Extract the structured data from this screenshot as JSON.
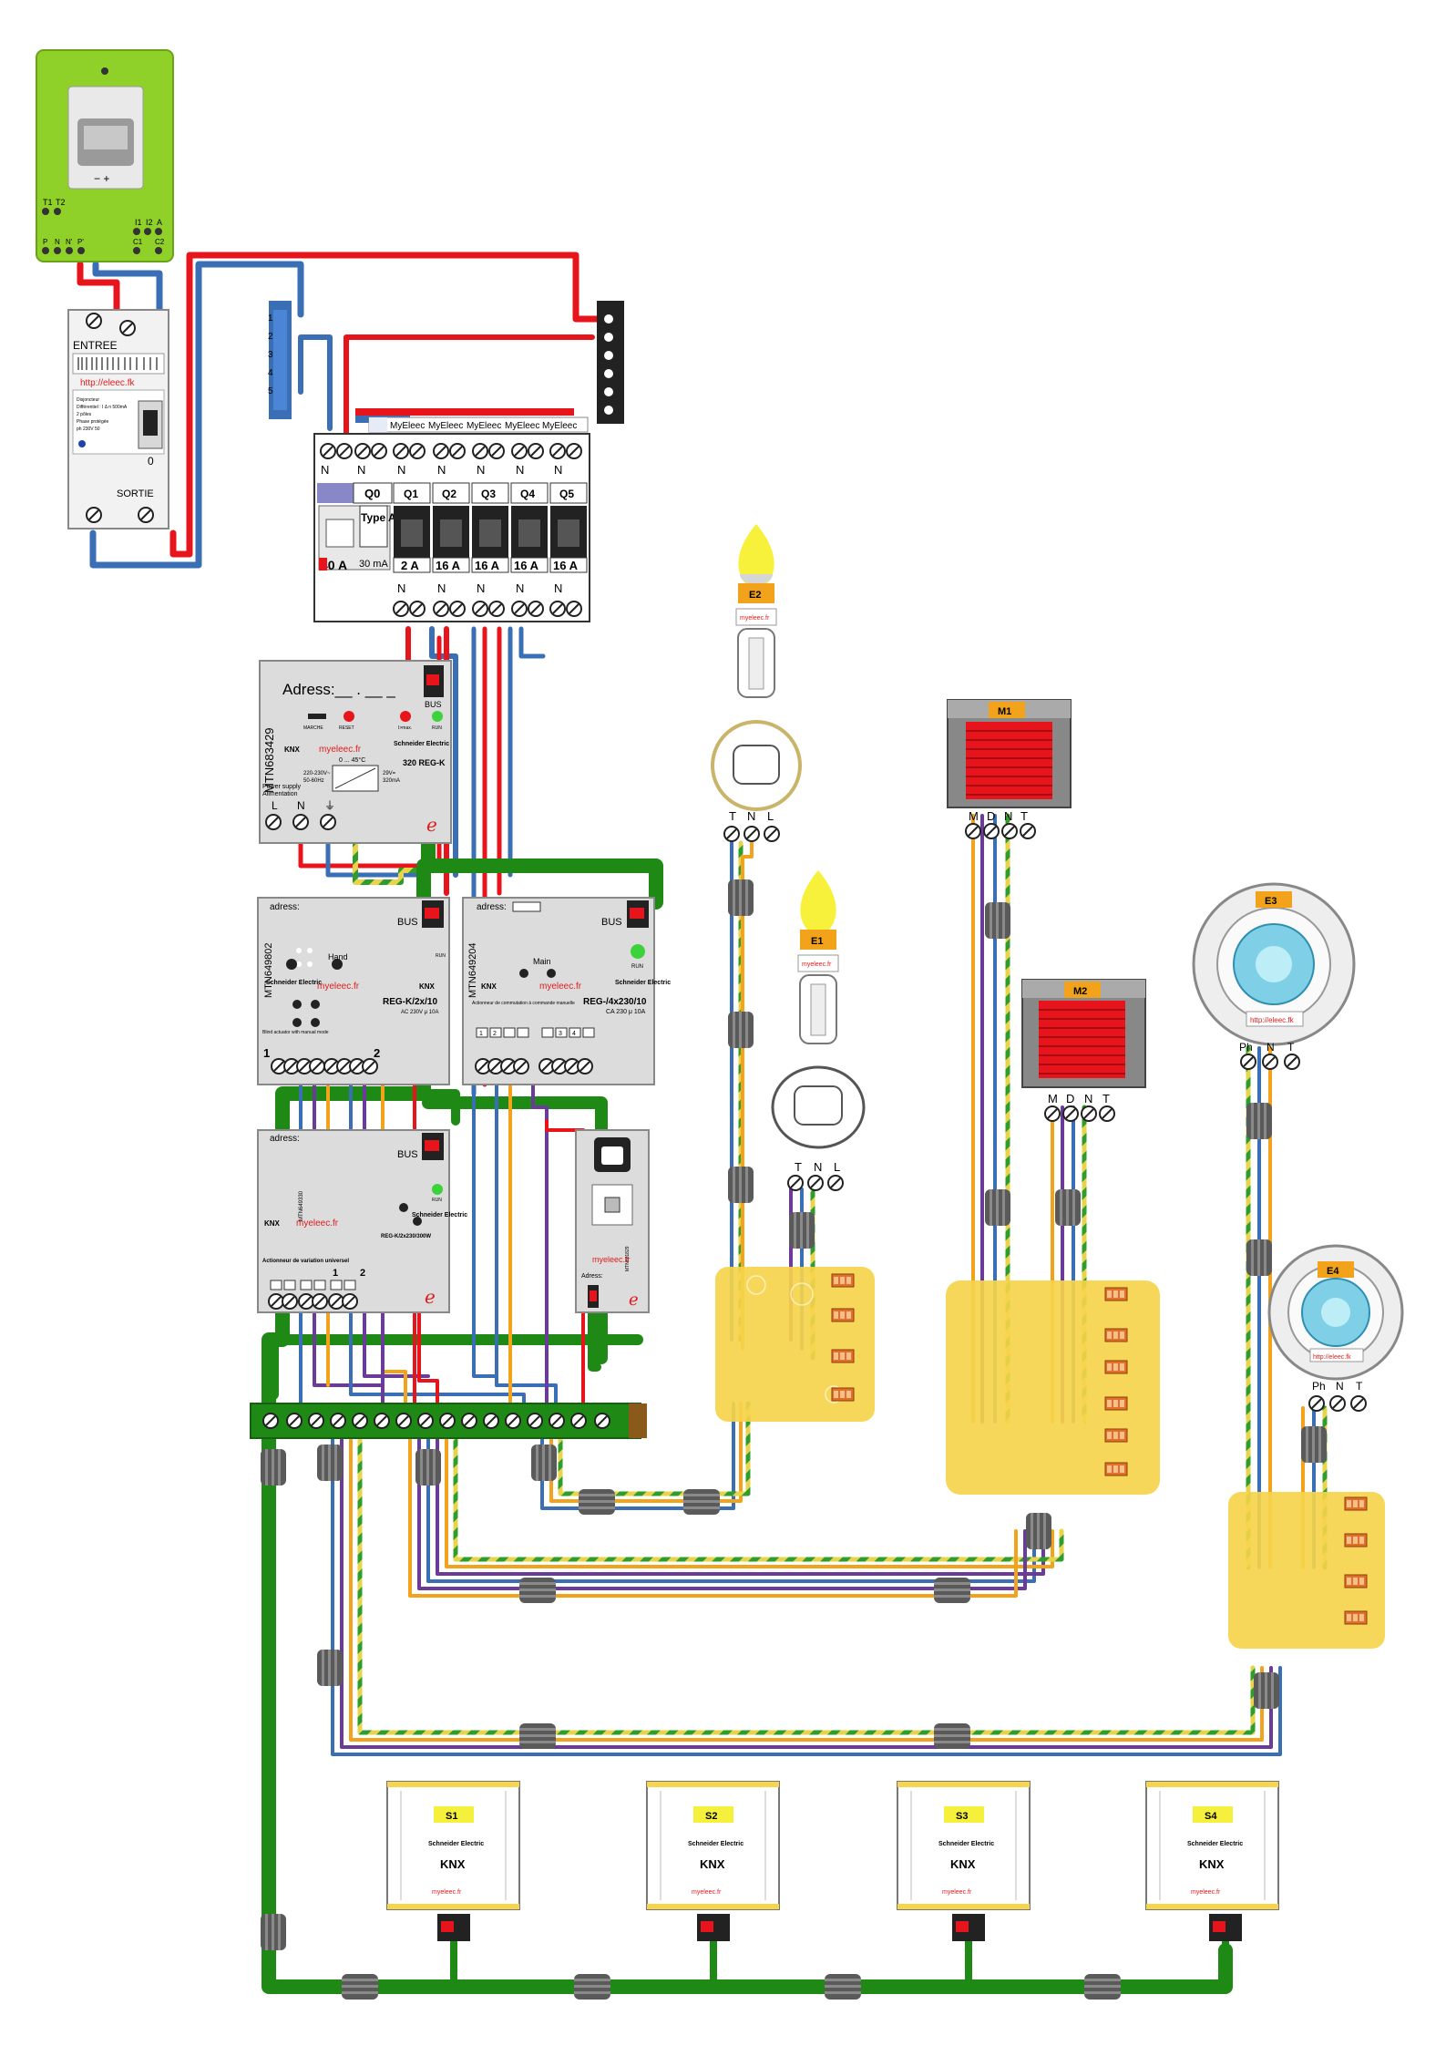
{
  "colors": {
    "bus_green": "#1e8a15",
    "phase_red": "#e8141b",
    "neutral_blue": "#3a6fb5",
    "earth_yellow": "#e8d44a",
    "earth_green": "#2e9d2e",
    "return_orange": "#f2a31b",
    "return_purple": "#6b3b9a",
    "junction_box": "#f6d44b",
    "meter_body": "#8fd129",
    "ring_gray": "#555555",
    "accent_text": "#e21b1b"
  },
  "meter": {
    "term_top_left": [
      "T1",
      "T2"
    ],
    "term_top_right": [
      "I1",
      "I2",
      "A"
    ],
    "term_bottom_left": [
      "P",
      "N",
      "N'",
      "P'"
    ],
    "term_bottom_right": [
      "C1",
      "C2"
    ]
  },
  "main_breaker": {
    "top_label": "ENTREE",
    "bottom_label": "SORTIE",
    "url": "http://eleec.fk",
    "handle_value": "0",
    "specs": [
      "Disjoncteur",
      "Différentiel : I Δ n 500mA",
      "2 pôles",
      "Phase protégée",
      "ph 230V 50"
    ]
  },
  "neutral_bar": {
    "terminals": [
      "1",
      "2",
      "3",
      "4",
      "5"
    ]
  },
  "panel": {
    "brand_tag": "MyEleec",
    "top_terms": [
      "N",
      "N",
      "N",
      "N",
      "N",
      "N",
      "N"
    ],
    "q0": {
      "label": "Q0",
      "rating": "40 A",
      "type": "Type AC",
      "sensitivity": "30 mA"
    },
    "breakers": [
      {
        "label": "Q1",
        "rating": "2 A"
      },
      {
        "label": "Q2",
        "rating": "16 A"
      },
      {
        "label": "Q3",
        "rating": "16 A"
      },
      {
        "label": "Q4",
        "rating": "16 A"
      },
      {
        "label": "Q5",
        "rating": "16 A"
      }
    ],
    "bottom_terms": [
      "N",
      "N",
      "N",
      "N",
      "N"
    ]
  },
  "power_supply": {
    "address": "Adress:__ . __ _",
    "bus": "BUS",
    "btn_labels": [
      "MARCHE",
      "RESET",
      "I>max.",
      "RUN"
    ],
    "side_ref": "MTN683429",
    "knx": "KNX",
    "brand": "myeleec.fr",
    "maker": "Schneider Electric",
    "model": "320 REG-K",
    "temp": "0 ... 45°C",
    "input_lines": [
      "220-230V~",
      "50-60Hz"
    ],
    "output_lines": [
      "29V=",
      "320mA"
    ],
    "desc": [
      "Power supply",
      "Alimentation"
    ],
    "terms": [
      "L",
      "N",
      "⏚"
    ]
  },
  "act_2x": {
    "address": "adress:",
    "bus": "BUS",
    "side_ref": "MTN649802",
    "hand": "Hand",
    "run": "RUN",
    "maker": "Schneider Electric",
    "brand": "myeleec.fr",
    "knx": "KNX",
    "model": "REG-K/2x/10",
    "rating": "AC 230V μ 10A",
    "desc": "Blind actuator with manual mode",
    "ch": [
      "1",
      "2"
    ]
  },
  "act_4x": {
    "address": "adress:",
    "bus": "BUS",
    "side_ref": "MTN649204",
    "main": "Main",
    "run": "RUN",
    "maker": "Schneider Electric",
    "brand": "myeleec.fr",
    "knx": "KNX",
    "model": "REG-/4x230/10",
    "rating": "CA 230 μ 10A",
    "desc": "Actionneur de commutation à commande manuelle",
    "ch": [
      "1",
      "2",
      "3",
      "4"
    ]
  },
  "dimmer": {
    "address": "adress:",
    "bus": "BUS",
    "side_ref": "MTN649330",
    "run": "RUN",
    "knx": "KNX",
    "brand": "myeleec.fr",
    "maker": "Schneider Electric",
    "model": "REG-K/2x230/300W",
    "desc": "Actionneur de variation universel",
    "ch": [
      "1",
      "2"
    ]
  },
  "usb_iface": {
    "address": "Adress:",
    "brand": "myeleec.fr",
    "side_ref": "MTN681829"
  },
  "loads": {
    "E2": {
      "label": "E2",
      "terms": [
        "T",
        "N",
        "L"
      ],
      "brand": "myeleec.fr"
    },
    "E1": {
      "label": "E1",
      "terms": [
        "T",
        "N",
        "L"
      ],
      "brand": "myeleec.fr"
    },
    "M1": {
      "label": "M1",
      "terms": [
        "M",
        "D",
        "N",
        "T"
      ]
    },
    "M2": {
      "label": "M2",
      "terms": [
        "M",
        "D",
        "N",
        "T"
      ]
    },
    "E3": {
      "label": "E3",
      "terms": [
        "Ph",
        "N",
        "T"
      ],
      "url": "http://eleec.fk"
    },
    "E4": {
      "label": "E4",
      "terms": [
        "Ph",
        "N",
        "T"
      ],
      "url": "http://eleec.fk"
    }
  },
  "switches": [
    {
      "label": "S1",
      "maker": "Schneider Electric",
      "knx": "KNX",
      "brand": "myeleec.fr"
    },
    {
      "label": "S2",
      "maker": "Schneider Electric",
      "knx": "KNX",
      "brand": "myeleec.fr"
    },
    {
      "label": "S3",
      "maker": "Schneider Electric",
      "knx": "KNX",
      "brand": "myeleec.fr"
    },
    {
      "label": "S4",
      "maker": "Schneider Electric",
      "knx": "KNX",
      "brand": "myeleec.fr"
    }
  ]
}
